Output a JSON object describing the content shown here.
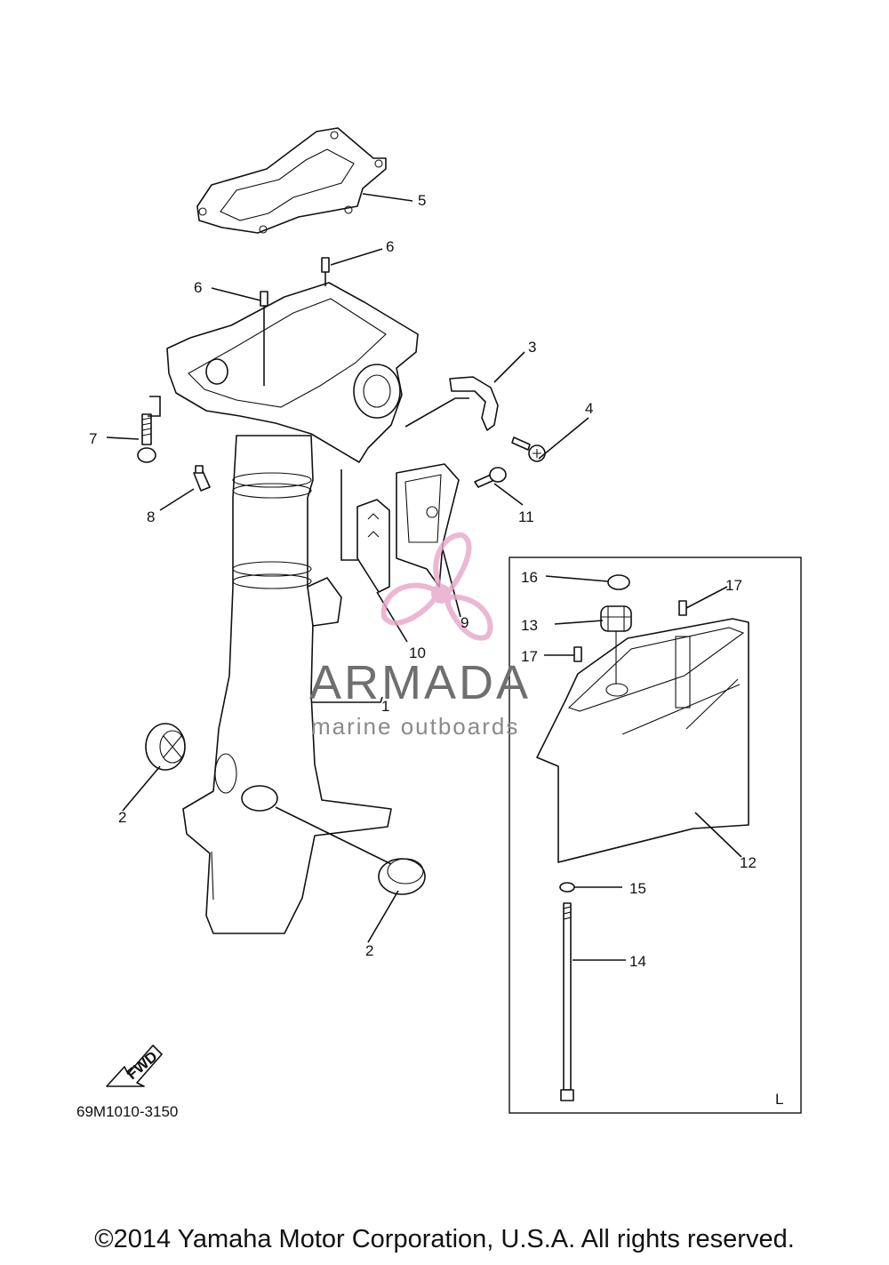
{
  "callouts": {
    "c1": "1",
    "c2a": "2",
    "c2b": "2",
    "c3": "3",
    "c4": "4",
    "c5": "5",
    "c6a": "6",
    "c6b": "6",
    "c7": "7",
    "c8": "8",
    "c9": "9",
    "c10": "10",
    "c11": "11",
    "c12": "12",
    "c13": "13",
    "c14": "14",
    "c15": "15",
    "c16": "16",
    "c17a": "17",
    "c17b": "17"
  },
  "inset_label": "L",
  "fwd_label": "FWD",
  "diagram_code": "69M1010-3150",
  "watermark": {
    "title": "ARMADA",
    "subtitle": "marine outboards",
    "logo_color": "#e8a6c8"
  },
  "copyright": "©2014 Yamaha Motor Corporation, U.S.A. All rights reserved."
}
